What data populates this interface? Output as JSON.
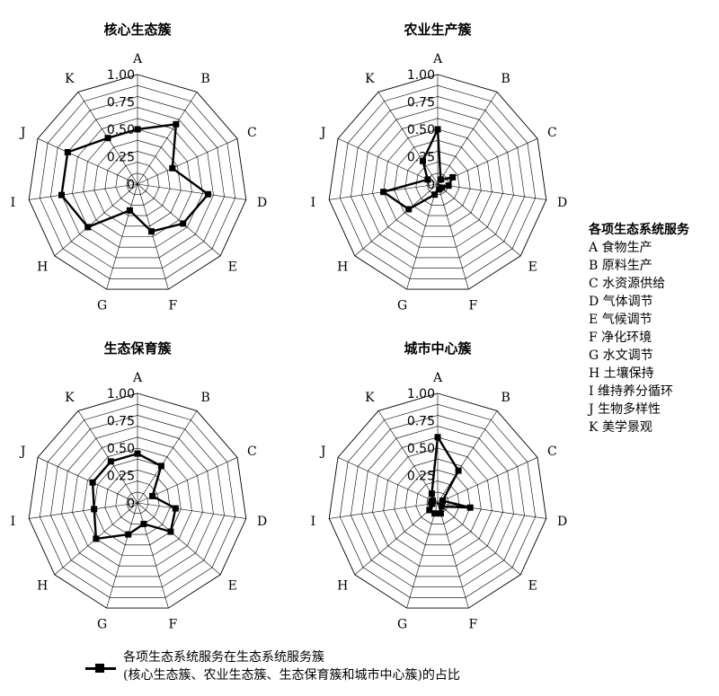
{
  "chart_data": [
    {
      "type": "radar",
      "title": "核心生态簇",
      "axes": [
        "A",
        "B",
        "C",
        "D",
        "E",
        "F",
        "G",
        "H",
        "I",
        "J",
        "K"
      ],
      "rlim": [
        0,
        1
      ],
      "ticks": [
        "0",
        "0.25",
        "0.50",
        "0.75",
        "1.00"
      ],
      "values": [
        0.5,
        0.65,
        0.35,
        0.65,
        0.55,
        0.45,
        0.25,
        0.6,
        0.7,
        0.7,
        0.5
      ]
    },
    {
      "type": "radar",
      "title": "农业生产簇",
      "axes": [
        "A",
        "B",
        "C",
        "D",
        "E",
        "F",
        "G",
        "H",
        "I",
        "J",
        "K"
      ],
      "rlim": [
        0,
        1
      ],
      "ticks": [
        "0",
        "0.25",
        "0.50",
        "0.75",
        "1.00"
      ],
      "values": [
        0.5,
        0.05,
        0.15,
        0.1,
        0.05,
        0.05,
        0.1,
        0.35,
        0.5,
        0.1,
        0.25
      ]
    },
    {
      "type": "radar",
      "title": "生态保育簇",
      "axes": [
        "A",
        "B",
        "C",
        "D",
        "E",
        "F",
        "G",
        "H",
        "I",
        "J",
        "K"
      ],
      "rlim": [
        0,
        1
      ],
      "ticks": [
        "0",
        "0.25",
        "0.50",
        "0.75",
        "1.00"
      ],
      "values": [
        0.45,
        0.4,
        0.15,
        0.35,
        0.4,
        0.2,
        0.3,
        0.5,
        0.4,
        0.45,
        0.45
      ]
    },
    {
      "type": "radar",
      "title": "城市中心簇",
      "axes": [
        "A",
        "B",
        "C",
        "D",
        "E",
        "F",
        "G",
        "H",
        "I",
        "J",
        "K"
      ],
      "rlim": [
        0,
        1
      ],
      "ticks": [
        "0",
        "0.25",
        "0.50",
        "0.75",
        "1.00"
      ],
      "values": [
        0.6,
        0.35,
        0.05,
        0.3,
        0.05,
        0.1,
        0.1,
        0.1,
        0.05,
        0.05,
        0.1
      ]
    }
  ],
  "side_legend": {
    "title": "各项生态系统服务",
    "items": [
      "A 食物生产",
      "B 原料生产",
      "C 水资源供给",
      "D 气体调节",
      "E 气候调节",
      "F 净化环境",
      "G 水文调节",
      "H 土壤保持",
      "I  维持养分循环",
      "J 生物多样性",
      "K 美学景观"
    ]
  },
  "bottom_legend": {
    "line1": "各项生态系统服务在生态系统服务簇",
    "line2": "(核心生态簇、农业生态簇、生态保育簇和城市中心簇)的占比"
  }
}
